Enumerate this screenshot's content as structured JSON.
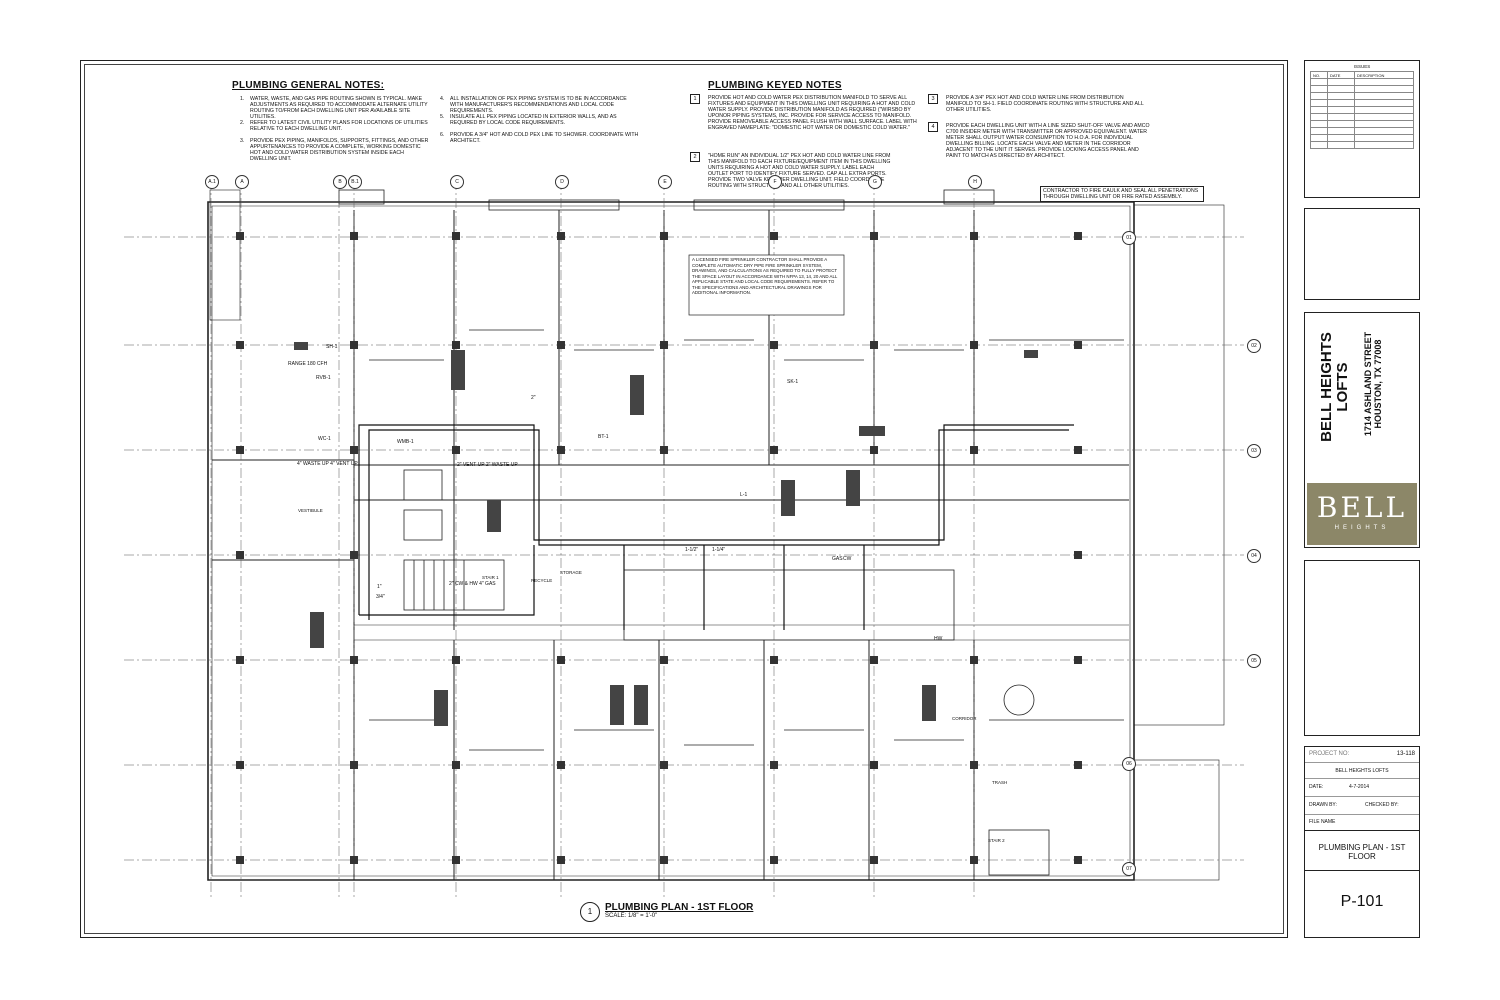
{
  "general_notes": {
    "title": "PLUMBING GENERAL NOTES:",
    "items": [
      {
        "num": "1.",
        "text": "WATER, WASTE, AND GAS PIPE ROUTING SHOWN IS TYPICAL. MAKE ADJUSTMENTS AS REQUIRED TO ACCOMMODATE ALTERNATE UTILITY ROUTING TO/FROM EACH DWELLING UNIT PER AVAILABLE SITE UTILITIES."
      },
      {
        "num": "2.",
        "text": "REFER TO LATEST CIVIL UTILITY PLANS FOR LOCATIONS OF UTILITIES RELATIVE TO EACH DWELLING UNIT."
      },
      {
        "num": "3.",
        "text": "PROVIDE PEX PIPING, MANIFOLDS, SUPPORTS, FITTINGS, AND OTHER APPURTENANCES TO PROVIDE A COMPLETE, WORKING DOMESTIC HOT AND COLD WATER DISTRIBUTION SYSTEM INSIDE EACH DWELLING UNIT."
      },
      {
        "num": "4.",
        "text": "ALL INSTALLATION OF PEX PIPING SYSTEM IS TO BE IN ACCORDANCE WITH MANUFACTURER'S RECOMMENDATIONS AND LOCAL CODE REQUIREMENTS."
      },
      {
        "num": "5.",
        "text": "INSULATE ALL PEX PIPING LOCATED IN EXTERIOR WALLS, AND AS REQUIRED BY LOCAL CODE REQUIREMENTS."
      },
      {
        "num": "6.",
        "text": "PROVIDE A 3/4\" HOT AND COLD PEX LINE TO SHOWER. COORDINATE WITH ARCHITECT."
      }
    ]
  },
  "keyed_notes": {
    "title": "PLUMBING KEYED NOTES",
    "items": [
      {
        "num": "1",
        "text": "PROVIDE HOT AND COLD WATER PEX DISTRIBUTION MANIFOLD TO SERVE ALL FIXTURES AND EQUIPMENT IN THIS DWELLING UNIT REQUIRING A HOT AND COLD WATER SUPPLY. PROVIDE DISTRIBUTION MANIFOLD AS REQUIRED (\"WIRSBO BY UPONOR PIPING SYSTEMS, INC. PROVIDE FOR SERVICE ACCESS TO MANIFOLD. PROVIDE REMOVEABLE ACCESS PANEL FLUSH WITH WALL SURFACE. LABEL WITH ENGRAVED NAMEPLATE: \"DOMESTIC HOT WATER OR DOMESTIC COLD WATER.\""
      },
      {
        "num": "2",
        "text": "\"HOME RUN\" AN INDIVIDUAL 1/2\" PEX HOT AND COLD WATER LINE FROM THIS MANIFOLD TO EACH FIXTURE/EQUIPMENT ITEM IN THIS DWELLING UNITS REQUIRING A HOT AND COLD WATER SUPPLY. LABEL EACH OUTLET PORT TO IDENTIFY FIXTURE SERVED. CAP ALL EXTRA PORTS. PROVIDE TWO VALVE KEYS PER DWELLING UNIT. FIELD COORDINATE ROUTING WITH STRUCTURE AND ALL OTHER UTILITIES."
      },
      {
        "num": "3",
        "text": "PROVIDE A 3/4\" PEX HOT AND COLD WATER LINE FROM DISTRIBUTION MANIFOLD TO SH-1. FIELD COORDINATE ROUTING WITH STRUCTURE AND ALL OTHER UTILITIES."
      },
      {
        "num": "4",
        "text": "PROVIDE EACH DWELLING UNIT WITH A LINE SIZED SHUT-OFF VALVE AND AMCO C700 INSIDER METER WITH TRANSMITTER OR APPROVED EQUIVALENT. WATER METER SHALL OUTPUT WATER CONSUMPTION TO H.O.A. FOR INDIVIDUAL DWELLING BILLING. LOCATE EACH VALVE AND METER IN THE CORRIDOR ADJACENT TO THE UNIT IT SERVES. PROVIDE LOCKING ACCESS PANEL AND PAINT TO MATCH AS DIRECTED BY ARCHITECT."
      }
    ]
  },
  "plan_notes": {
    "fire_caulk": "CONTRACTOR TO FIRE CAULK AND SEAL ALL PENETRATIONS THROUGH DWELLING UNIT OR FIRE RATED ASSEMBLY.",
    "sprinkler": "A LICENSED FIRE SPRINKLER CONTRACTOR SHALL PROVIDE A COMPLETE AUTOMATIC DRY PIPE FIRE SPRINKLER SYSTEM, DRAWINGS, AND CALCULATIONS AS REQUIRED TO FULLY PROTECT THE SPACE LAYOUT IN ACCORDANCE WITH NFPA 13, 14, 20 AND ALL APPLICABLE STATE AND LOCAL CODE REQUIREMENTS. REFER TO THE SPECIFICATIONS AND ARCHITECTURAL DRAWINGS FOR ADDITIONAL INFORMATION."
  },
  "plan_title": {
    "number": "1",
    "label": "PLUMBING PLAN - 1ST FLOOR",
    "scale": "SCALE:   1/8\" = 1'-0\""
  },
  "grid_cols": [
    "A.1",
    "A",
    "B",
    "B.1",
    "C",
    "D",
    "E",
    "F",
    "G",
    "H"
  ],
  "grid_rows": [
    "01",
    "02",
    "03",
    "04",
    "05",
    "06",
    "07"
  ],
  "callouts": [
    "RANGE 180 CFH",
    "2\" VENT UP 2\" WASTE UP",
    "4\" WASTE UP 4\" VENT UP",
    "WC-1",
    "L-1",
    "BT-1",
    "SK-1",
    "RVB-1",
    "WMB-1",
    "SH-1",
    "GAS",
    "CW",
    "HW",
    "1-1/2\"",
    "1-1/4\"",
    "3/4\"",
    "1\"",
    "2\"",
    "2\" CW & HW 4\" GAS",
    "VESTIBULE",
    "STAIR 1",
    "RECYCLE",
    "STORAGE",
    "CORRIDOR",
    "TRASH",
    "STAIR 2"
  ],
  "title_block": {
    "issues_header": "ISSUES",
    "issue_cols": [
      "NO.",
      "DATE",
      "DESCRIPTION"
    ],
    "project_name": "BELL HEIGHTS LOFTS",
    "address_line1": "1714 ASHLAND STREET",
    "address_line2": "HOUSTON, TX 77008",
    "logo_main": "BELL",
    "logo_sub": "HEIGHTS",
    "project_no_label": "PROJECT NO:",
    "project_no": "13-118",
    "project_title": "BELL HEIGHTS LOFTS",
    "date_label": "DATE:",
    "date": "4-7-2014",
    "drawn_label": "DRAWN BY:",
    "checked_label": "CHECKED BY:",
    "file_label": "FILE NAME",
    "sheet_title": "PLUMBING PLAN - 1ST FLOOR",
    "sheet_number": "P-101"
  },
  "colors": {
    "line": "#222222",
    "logo_bg": "#8c8768",
    "logo_text": "#ffffff"
  }
}
